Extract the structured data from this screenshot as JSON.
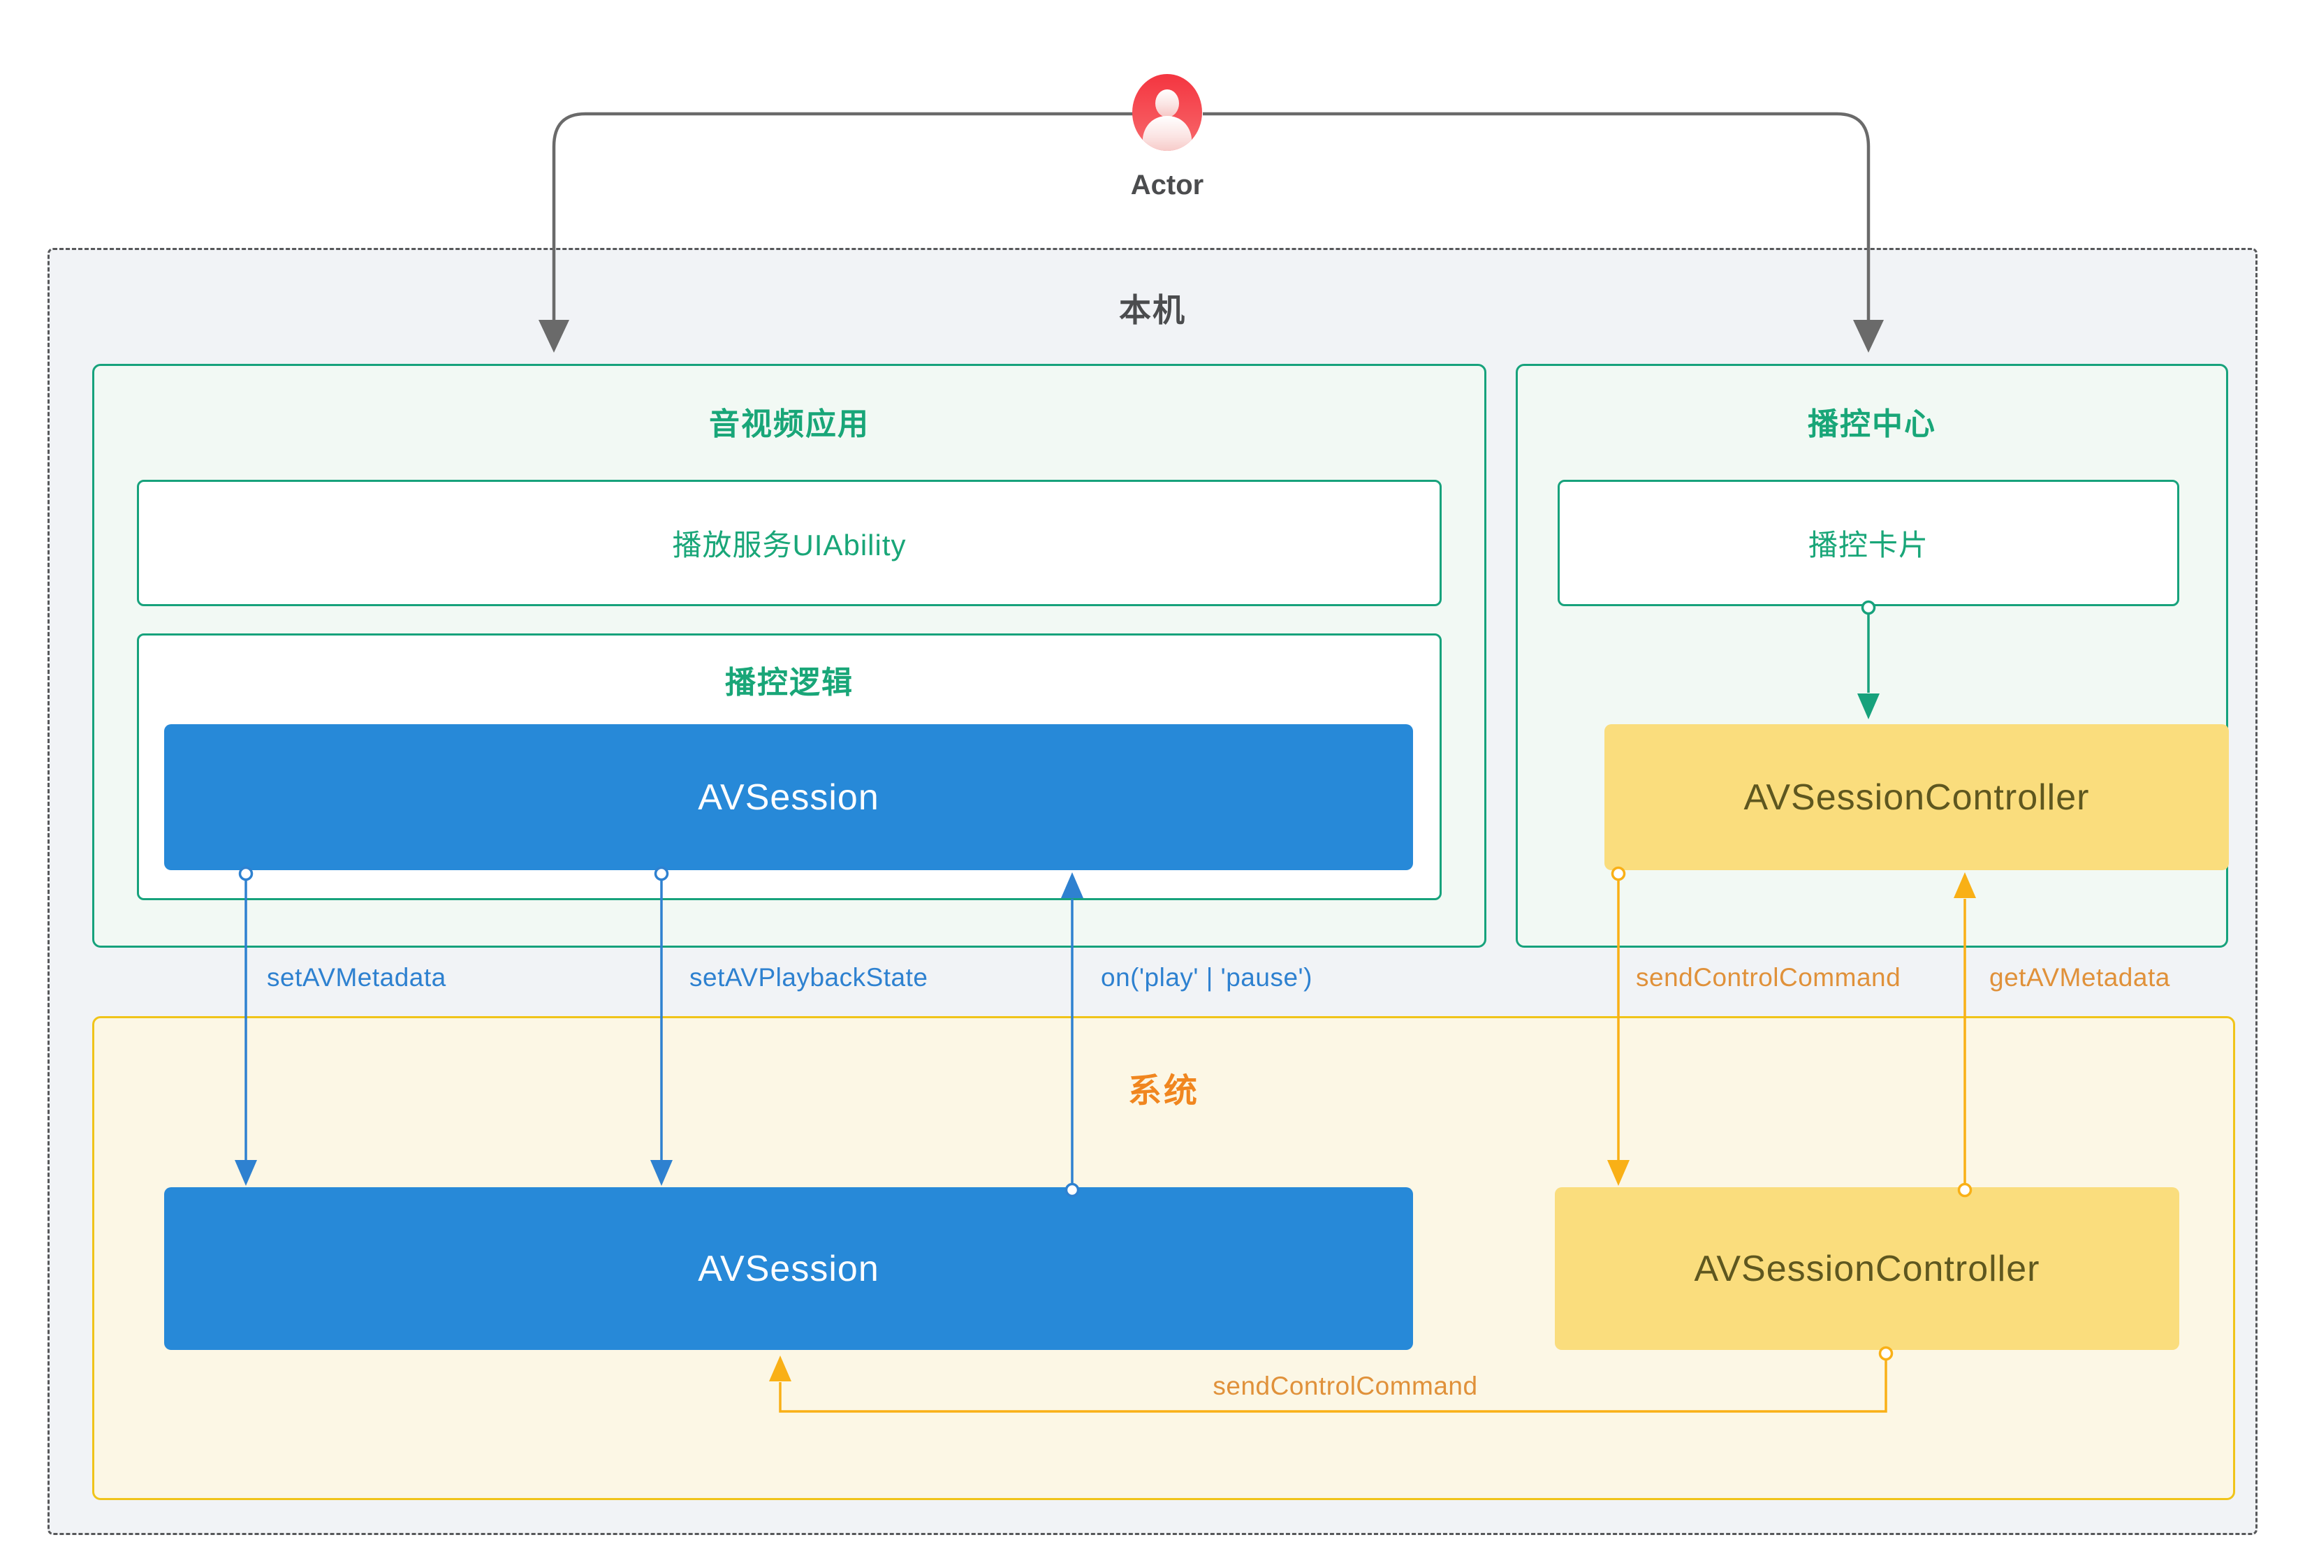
{
  "actor": {
    "label": "Actor"
  },
  "local_device": {
    "title": "本机",
    "av_app": {
      "title": "音视频应用",
      "uiability_label": "播放服务UIAbility",
      "playback_logic": {
        "title": "播控逻辑",
        "avsession_label": "AVSession"
      }
    },
    "control_center": {
      "title": "播控中心",
      "card_label": "播控卡片",
      "controller_label": "AVSessionController"
    },
    "system": {
      "title": "系统",
      "avsession_label": "AVSession",
      "controller_label": "AVSessionController"
    }
  },
  "edges": {
    "set_av_metadata": "setAVMetadata",
    "set_av_playback_state": "setAVPlaybackState",
    "on_play_pause": "on('play' | 'pause')",
    "send_control_command": "sendControlCommand",
    "get_av_metadata": "getAVMetadata",
    "send_control_command_loop": "sendControlCommand"
  },
  "colors": {
    "green_accent": "#17a27c",
    "green_text": "#19a678",
    "blue_fill": "#2789d8",
    "blue_edge": "#2e81d0",
    "yellow_fill": "#fadd7d",
    "yellow_border": "#f0c419",
    "yellow_edge": "#f9b016",
    "orange_label": "#e0913a",
    "system_title_orange": "#f0861f",
    "actor_red": "#f5353f",
    "gray_line": "#6a6a6a",
    "local_bg": "#f1f3f6"
  }
}
